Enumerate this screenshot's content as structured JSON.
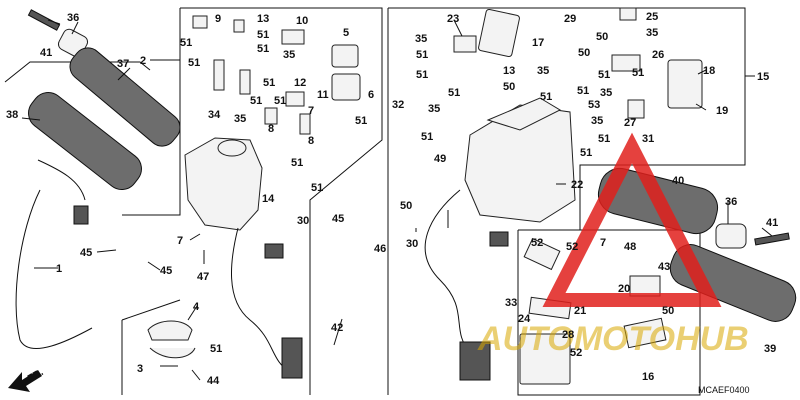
{
  "diagram": {
    "code": "MCAEF0400",
    "direction_label": "FR.",
    "watermark": {
      "text": "AUTOMOTOHUB",
      "color": "#e0201c",
      "accent": "#d8a800"
    },
    "callouts": [
      "1",
      "2",
      "3",
      "4",
      "5",
      "6",
      "7",
      "8",
      "9",
      "10",
      "11",
      "12",
      "13",
      "14",
      "15",
      "16",
      "17",
      "18",
      "19",
      "20",
      "21",
      "22",
      "23",
      "24",
      "25",
      "26",
      "27",
      "28",
      "29",
      "30",
      "31",
      "32",
      "33",
      "34",
      "35",
      "36",
      "37",
      "38",
      "39",
      "40",
      "41",
      "42",
      "43",
      "44",
      "45",
      "46",
      "47",
      "48",
      "49",
      "50",
      "51",
      "52",
      "53"
    ]
  }
}
